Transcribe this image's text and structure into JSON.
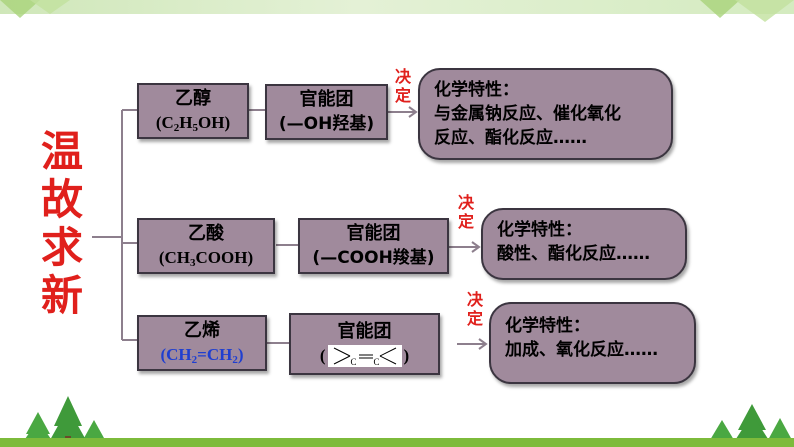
{
  "title_chars": [
    "温",
    "故",
    "求",
    "新"
  ],
  "decide_label_chars": [
    "决",
    "定"
  ],
  "rows": [
    {
      "compound_name": "乙醇",
      "formula_parts": [
        "(C",
        "2",
        "H",
        "5",
        "OH)"
      ],
      "group_title": "官能团",
      "group_desc": "(—OH羟基)",
      "props_title": "化学特性：",
      "props_lines": [
        "与金属钠反应、催化氧化",
        "反应、酯化反应……"
      ]
    },
    {
      "compound_name": "乙酸",
      "formula_parts": [
        "(CH",
        "3",
        "COOH)"
      ],
      "group_title": "官能团",
      "group_desc": "(—COOH羧基)",
      "props_title": "化学特性：",
      "props_lines": [
        "酸性、酯化反应……"
      ]
    },
    {
      "compound_name": "乙烯",
      "formula_parts": [
        "(CH",
        "2",
        "=CH",
        "2",
        ")"
      ],
      "group_title": "官能团",
      "group_desc_open": "(",
      "group_desc_close": ")",
      "group_struct_atoms": [
        "C",
        "C"
      ],
      "props_title": "化学特性：",
      "props_lines": [
        "加成、氧化反应……"
      ]
    }
  ],
  "colors": {
    "accent_red": "#e0201c",
    "box_fill": "#a08a9c",
    "formula_blue": "#1f3fd0",
    "band_green": "#7dbb3b"
  }
}
